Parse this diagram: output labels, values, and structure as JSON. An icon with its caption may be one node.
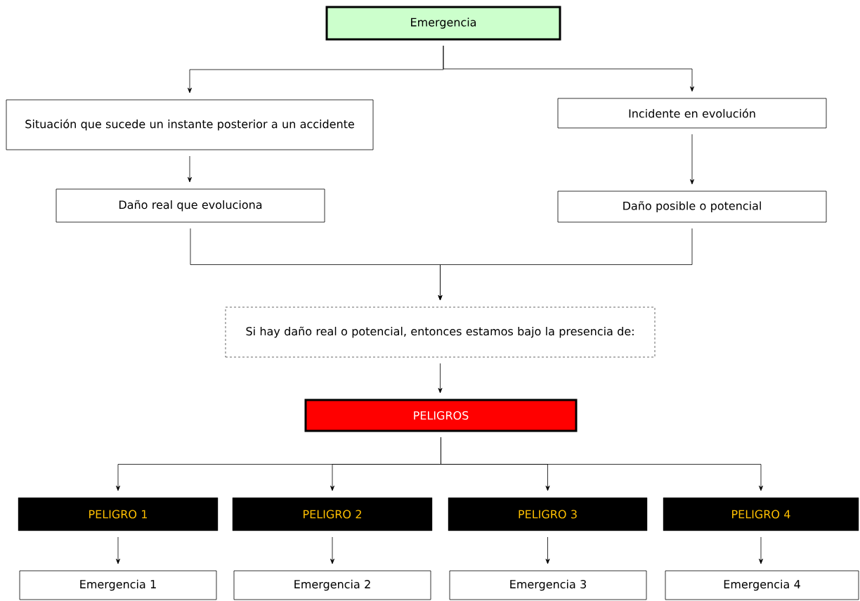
{
  "diagram": {
    "nodes": [
      {
        "text": [
          "Emergencia"
        ]
      },
      {
        "text": [
          "Situación que sucede un instante posterior a un accidente"
        ]
      },
      {
        "text": [
          "Incidente en evolución"
        ]
      },
      {
        "text": [
          "Daño real que evoluciona"
        ]
      },
      {
        "text": [
          "Daño posible o potencial"
        ]
      },
      {
        "text": [
          "Si hay daño real o potencial, entonces estamos bajo la presencia de:"
        ]
      },
      {
        "text": [
          "PELIGROS"
        ]
      },
      {
        "text": [
          "PELIGRO 1"
        ]
      },
      {
        "text": [
          "PELIGRO 2"
        ]
      },
      {
        "text": [
          "PELIGRO 3"
        ]
      },
      {
        "text": [
          "PELIGRO 4"
        ]
      },
      {
        "text": [
          "Emergencia 1"
        ]
      },
      {
        "text": [
          "Emergencia 2"
        ]
      },
      {
        "text": [
          "Emergencia 3"
        ]
      },
      {
        "text": [
          "Emergencia 4"
        ]
      }
    ],
    "edges": [
      {
        "from": 0,
        "to": 1,
        "arrow": "to"
      },
      {
        "from": 0,
        "to": 2,
        "arrow": "to"
      },
      {
        "from": 1,
        "to": 3,
        "arrow": "to"
      },
      {
        "from": 2,
        "to": 4,
        "arrow": "to"
      },
      {
        "from": 3,
        "to": 5,
        "arrow": "to"
      },
      {
        "from": 4,
        "to": 5,
        "arrow": "to"
      },
      {
        "from": 5,
        "to": 6,
        "arrow": "to"
      },
      {
        "from": 6,
        "to": 7,
        "arrow": "to"
      },
      {
        "from": 6,
        "to": 8,
        "arrow": "to"
      },
      {
        "from": 6,
        "to": 9,
        "arrow": "to"
      },
      {
        "from": 6,
        "to": 10,
        "arrow": "to"
      },
      {
        "from": 7,
        "to": 11,
        "arrow": "to"
      },
      {
        "from": 8,
        "to": 12,
        "arrow": "to"
      },
      {
        "from": 9,
        "to": 13,
        "arrow": "to"
      },
      {
        "from": 10,
        "to": 14,
        "arrow": "to"
      }
    ]
  }
}
